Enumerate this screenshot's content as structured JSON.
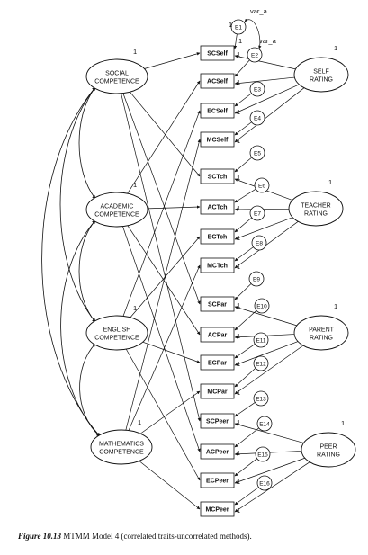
{
  "traits": [
    {
      "id": "social",
      "lines": [
        "SOCIAL",
        "COMPETENCE"
      ],
      "variance": "1"
    },
    {
      "id": "academic",
      "lines": [
        "ACADEMIC",
        "COMPETENCE"
      ],
      "variance": "1"
    },
    {
      "id": "english",
      "lines": [
        "ENGLISH",
        "COMPETENCE"
      ],
      "variance": "1"
    },
    {
      "id": "math",
      "lines": [
        "MATHEMATICS",
        "COMPETENCE"
      ],
      "variance": "1"
    }
  ],
  "methods": [
    {
      "id": "self",
      "lines": [
        "SELF",
        "RATING"
      ],
      "variance": "1"
    },
    {
      "id": "teacher",
      "lines": [
        "TEACHER",
        "RATING"
      ],
      "variance": "1"
    },
    {
      "id": "parent",
      "lines": [
        "PARENT",
        "RATING"
      ],
      "variance": "1"
    },
    {
      "id": "peer",
      "lines": [
        "PEER",
        "RATING"
      ],
      "variance": "1"
    }
  ],
  "indicators": [
    "SCSelf",
    "ACSelf",
    "ECSelf",
    "MCSelf",
    "SCTch",
    "ACTch",
    "ECTch",
    "MCTch",
    "SCPar",
    "ACPar",
    "ECPar",
    "MCPar",
    "SCPeer",
    "ACPeer",
    "ECPeer",
    "MCPeer"
  ],
  "errors": [
    "E1",
    "E2",
    "E3",
    "E4",
    "E5",
    "E6",
    "E7",
    "E8",
    "E9",
    "E10",
    "E11",
    "E12",
    "E13",
    "E14",
    "E15",
    "E16"
  ],
  "error_path_label": "1",
  "variance_labels": [
    "var_a",
    "var_a"
  ],
  "caption": {
    "figure_label": "Figure 10.13",
    "text": "MTMM Model 4 (correlated traits-uncorrelated methods)."
  }
}
